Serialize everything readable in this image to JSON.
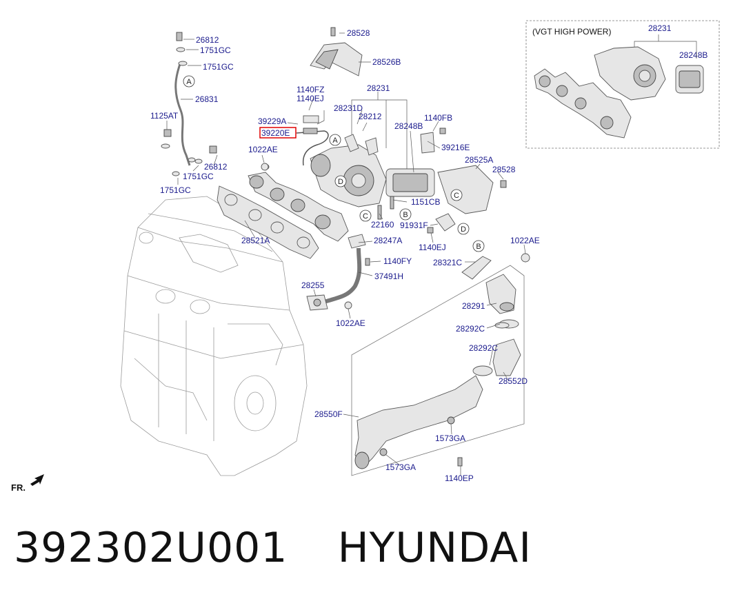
{
  "inset": {
    "title": "(VGT HIGH POWER)",
    "labels": [
      "28231",
      "28248B"
    ]
  },
  "front_marker": "FR.",
  "highlighted_part": "39220E",
  "callouts": [
    "A",
    "A",
    "B",
    "B",
    "C",
    "C",
    "D",
    "D"
  ],
  "labels": [
    "26812",
    "1751GC",
    "1751GC",
    "26831",
    "1125AT",
    "26812",
    "1751GC",
    "1751GC",
    "28528",
    "28526B",
    "1140FZ",
    "1140EJ",
    "28231",
    "28231D",
    "28212",
    "28248B",
    "1140FB",
    "39229A",
    "39216E",
    "1022AE",
    "28525A",
    "28528",
    "1151CB",
    "28521A",
    "22160",
    "91931F",
    "1140EJ",
    "28247A",
    "1022AE",
    "1140FY",
    "28321C",
    "37491H",
    "28255",
    "1022AE",
    "28291",
    "28292C",
    "28292C",
    "28552D",
    "28550F",
    "1573GA",
    "1573GA",
    "1140EP"
  ],
  "caption": {
    "part_number": "392302U001",
    "brand": "HYUNDAI"
  }
}
